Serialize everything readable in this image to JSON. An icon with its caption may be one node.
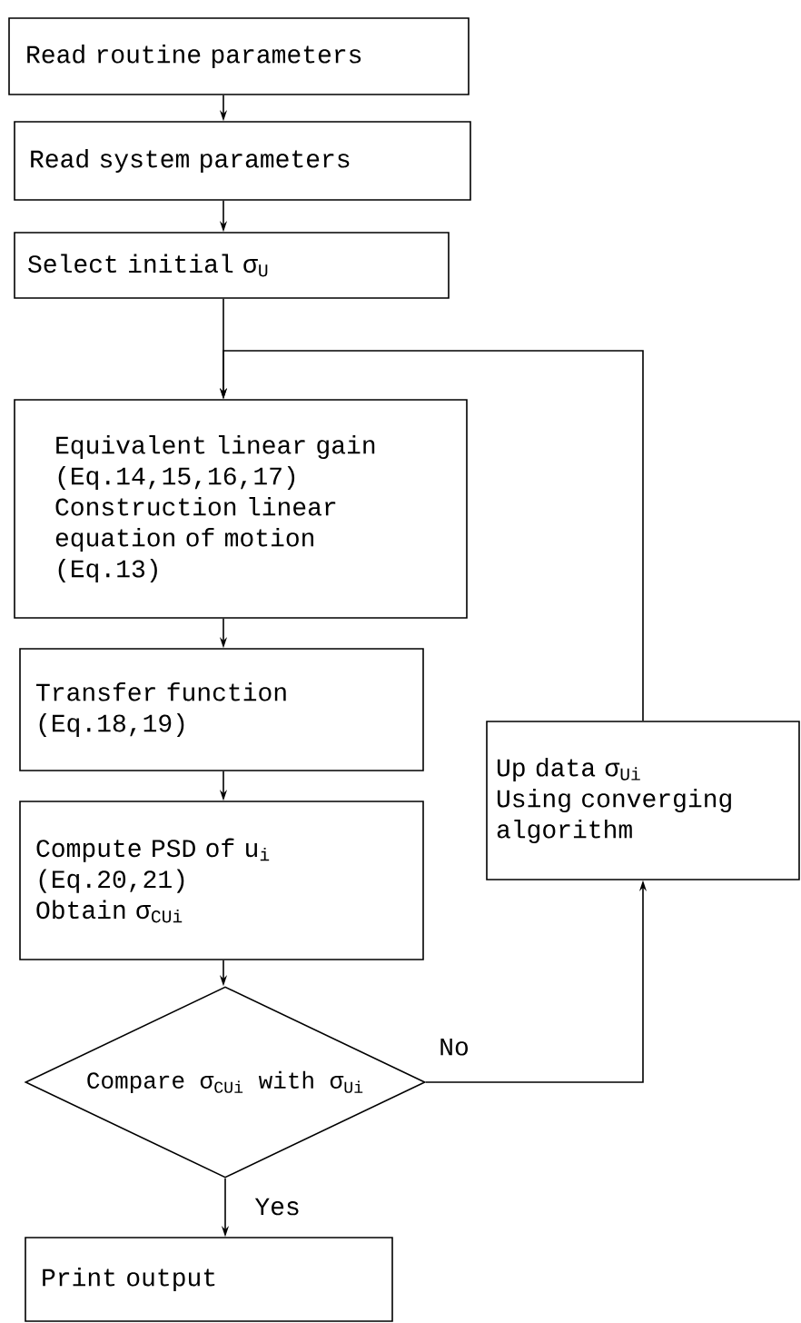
{
  "diagram": {
    "nodes": [
      {
        "text": [
          "Read routine parameters"
        ]
      },
      {
        "text": [
          "Read system parameters"
        ]
      },
      {
        "text": [
          "Select initial σ$_{U}$"
        ]
      },
      {
        "text": [
          "Equivalent linear gain",
          "(Eq.14,15,16,17)",
          "Construction linear equation of motion",
          "(Eq.13)"
        ]
      },
      {
        "text": [
          "Transfer function",
          "(Eq.18,19)"
        ]
      },
      {
        "text": [
          "Compute PSD of u$_{i}$",
          "(Eq.20,21)",
          "Obtain σ$_{CUi}$"
        ]
      },
      {
        "text": [
          "Compare σ$_{CUi}$ with σ$_{Ui}$"
        ]
      },
      {
        "text": [
          "Up data σ$_{Ui}$",
          "Using converging algorithm"
        ]
      },
      {
        "text": [
          "Print output"
        ]
      }
    ],
    "edges": [
      {
        "from": 0,
        "to": 1,
        "arrow": "to"
      },
      {
        "from": 1,
        "to": 2,
        "arrow": "to"
      },
      {
        "from": 2,
        "to": 3,
        "arrow": "to"
      },
      {
        "from": 3,
        "to": 4,
        "arrow": "to"
      },
      {
        "from": 4,
        "to": 5,
        "arrow": "to"
      },
      {
        "from": 5,
        "to": 6,
        "arrow": "to"
      },
      {
        "from": 6,
        "to": 7,
        "label": "No",
        "arrow": "to"
      },
      {
        "from": 7,
        "to": 3,
        "arrow": "to"
      },
      {
        "from": 6,
        "to": 8,
        "label": "Yes",
        "arrow": "to"
      }
    ]
  }
}
